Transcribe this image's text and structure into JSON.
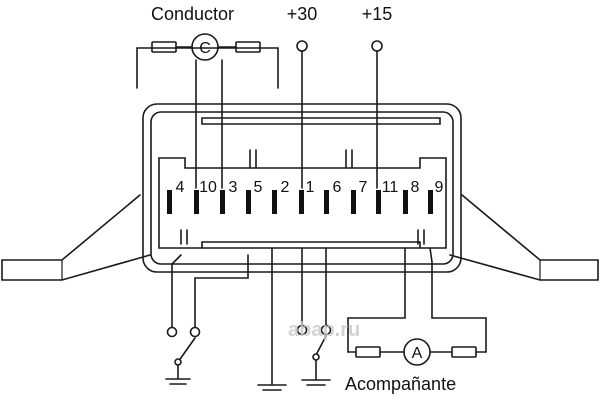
{
  "labels": {
    "conductor": "Conductor",
    "plus30": "+30",
    "plus15": "+15",
    "acompanante": "Acompañante"
  },
  "motors": {
    "conductor_letter": "C",
    "acompanante_letter": "A"
  },
  "pins": [
    "4",
    "10",
    "3",
    "5",
    "2",
    "1",
    "6",
    "7",
    "11",
    "8",
    "9"
  ],
  "watermark": "abap.ru",
  "colors": {
    "ink": "#1a1a1a",
    "background": "#ffffff",
    "watermark": "#c8c8c8"
  }
}
